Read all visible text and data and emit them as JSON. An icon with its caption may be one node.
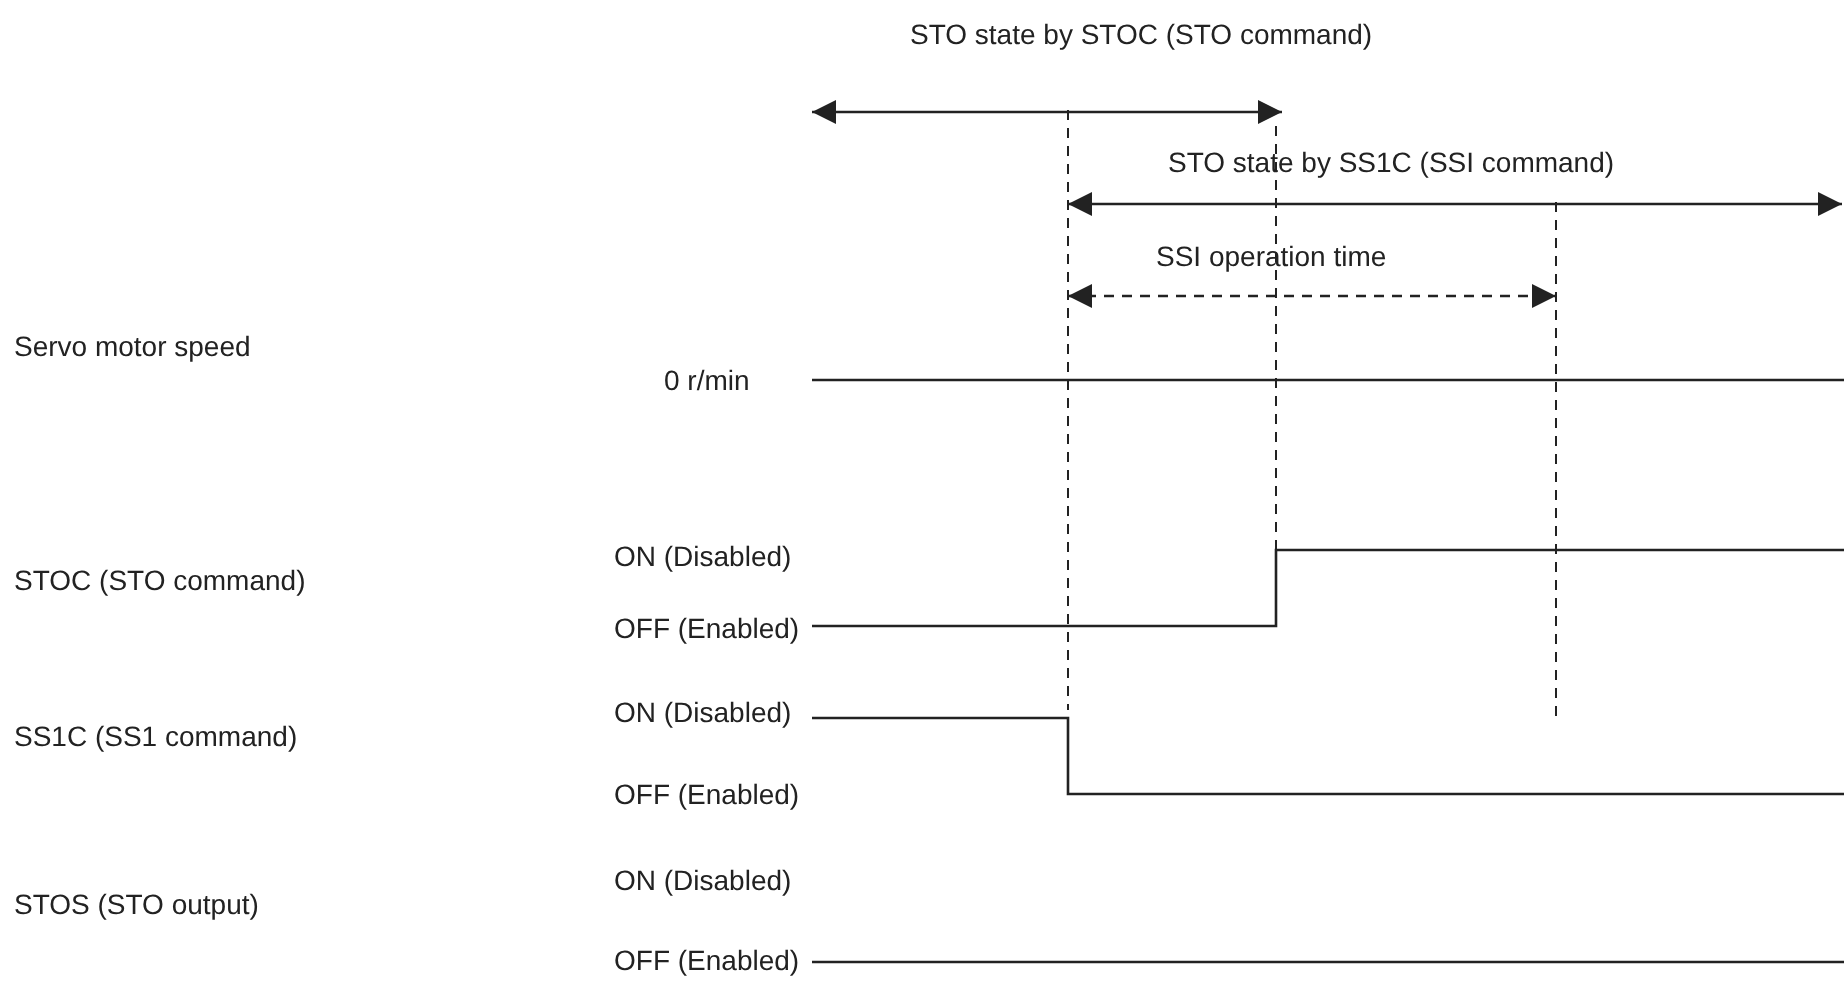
{
  "diagram": {
    "labels": [
      "STO state by STOC (STO command)",
      "STO state by SS1C (SSI command)",
      "SSI operation time",
      "Servo motor speed",
      "0 r/min",
      "ON (Disabled)",
      "STOC (STO command)",
      "OFF (Enabled)",
      "ON (Disabled)",
      "SS1C (SS1 command)",
      "OFF (Enabled)",
      "ON (Disabled)",
      "STOS (STO output)",
      "OFF (Enabled)"
    ]
  }
}
